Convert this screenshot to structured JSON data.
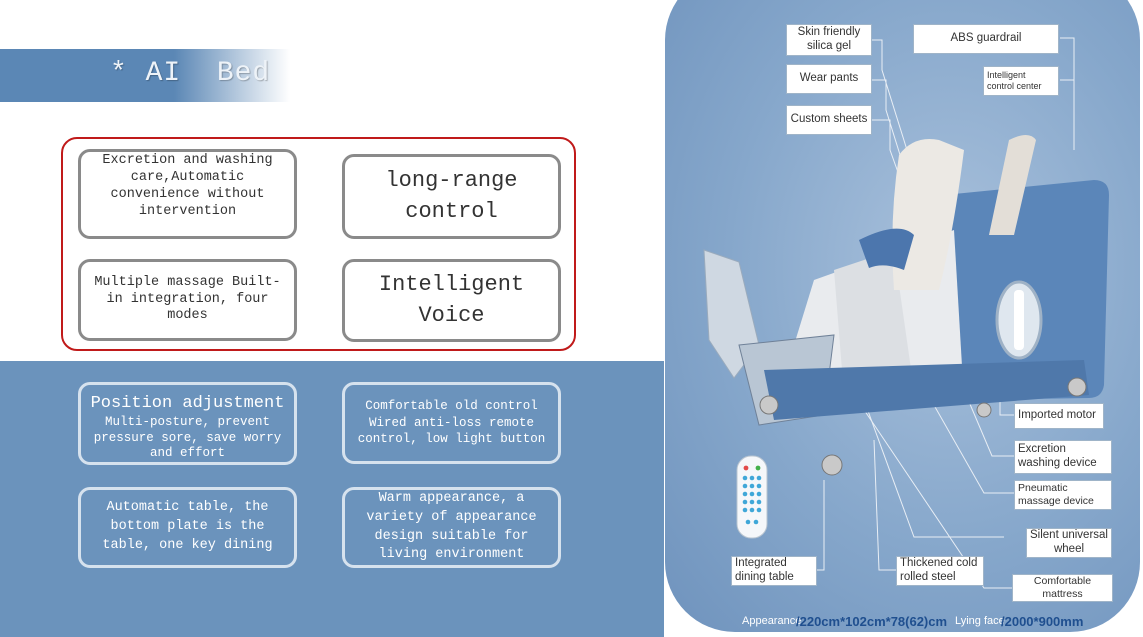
{
  "header": {
    "title": "* AI  Bed"
  },
  "features_top": [
    {
      "text": "Excretion and washing care,Automatic convenience without intervention"
    },
    {
      "text": "long-range control"
    },
    {
      "text": "Multiple massage Built-in integration, four modes"
    },
    {
      "text": "Intelligent Voice"
    }
  ],
  "features_bottom": [
    {
      "title": "Position adjustment",
      "text": "Multi-posture, prevent pressure sore, save worry and effort"
    },
    {
      "title": "",
      "text": "Comfortable old control Wired anti-loss remote control, low light button"
    },
    {
      "title": "",
      "text": "Automatic table, the bottom plate is the table, one key dining"
    },
    {
      "title": "",
      "text": "Warm appearance, a variety of appearance design suitable for living environment"
    }
  ],
  "callouts": {
    "skin_friendly": "Skin friendly silica gel",
    "wear_pants": "Wear pants",
    "custom_sheets": "Custom sheets",
    "abs_guardrail": "ABS guardrail",
    "intelligent_control": "Intelligent control center",
    "imported_motor": "Imported motor",
    "excretion_washing": "Excretion washing device",
    "pneumatic_massage": "Pneumatic massage device",
    "silent_wheel": "Silent universal wheel",
    "comfortable_mattress": "Comfortable mattress",
    "integrated_dining": "Integrated dining table",
    "thickened_steel": "Thickened cold rolled steel"
  },
  "specs": {
    "appearance_label": "Appearance",
    "appearance_value": "/220cm*102cm*78(62)cm",
    "lying_label": "Lying face",
    "lying_value": "/2000*900mm"
  },
  "colors": {
    "accent_blue": "#6b93bc",
    "frame_red": "#c01a1a",
    "dark_blue_text": "#1f4f8f"
  }
}
